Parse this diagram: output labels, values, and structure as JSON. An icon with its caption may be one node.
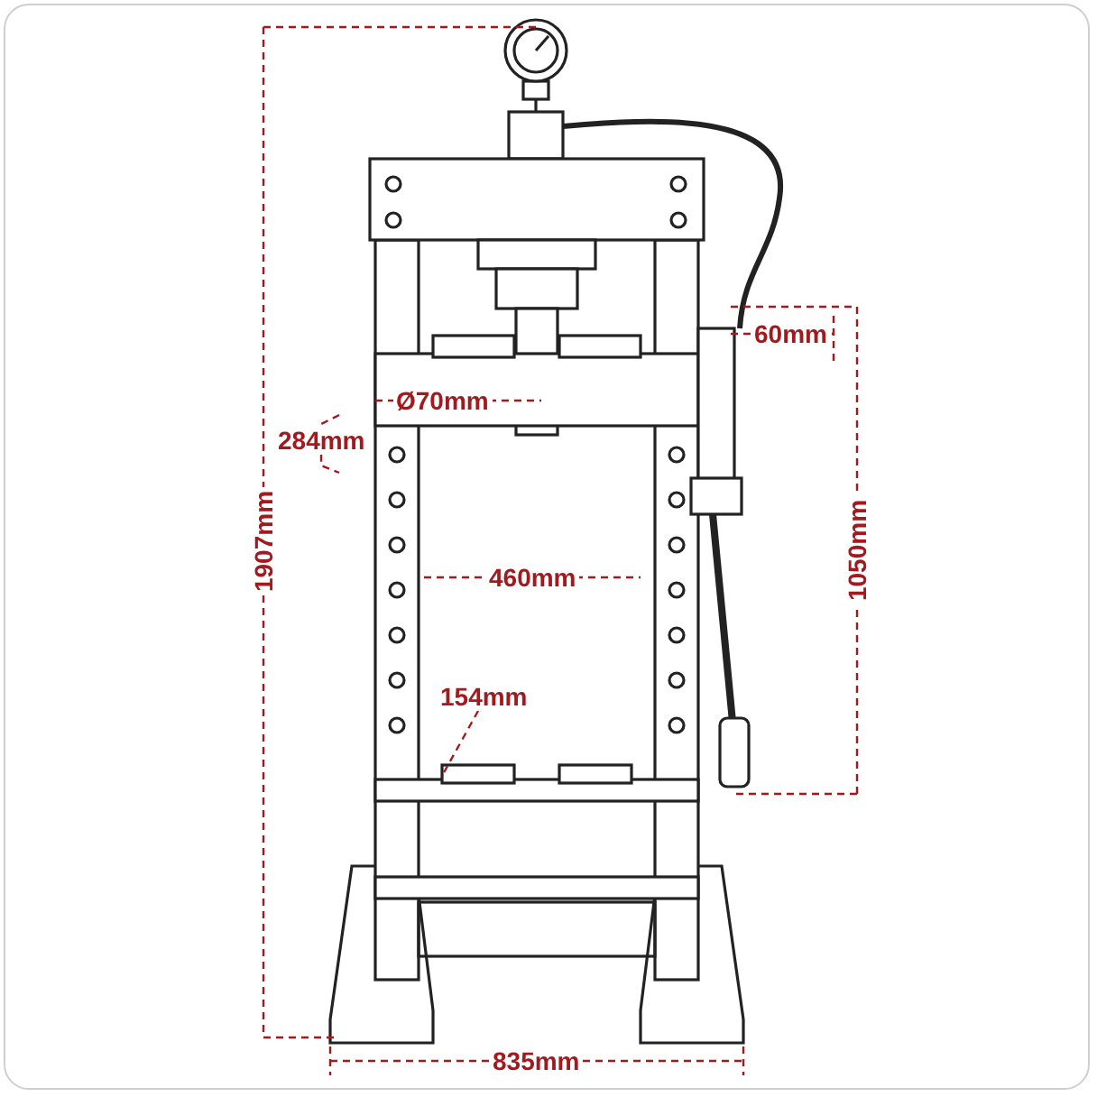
{
  "diagram": {
    "labels": [
      "60mm",
      "Ø70mm",
      "284mm",
      "1907mm",
      "1050mm",
      "460mm",
      "154mm",
      "835mm"
    ]
  }
}
